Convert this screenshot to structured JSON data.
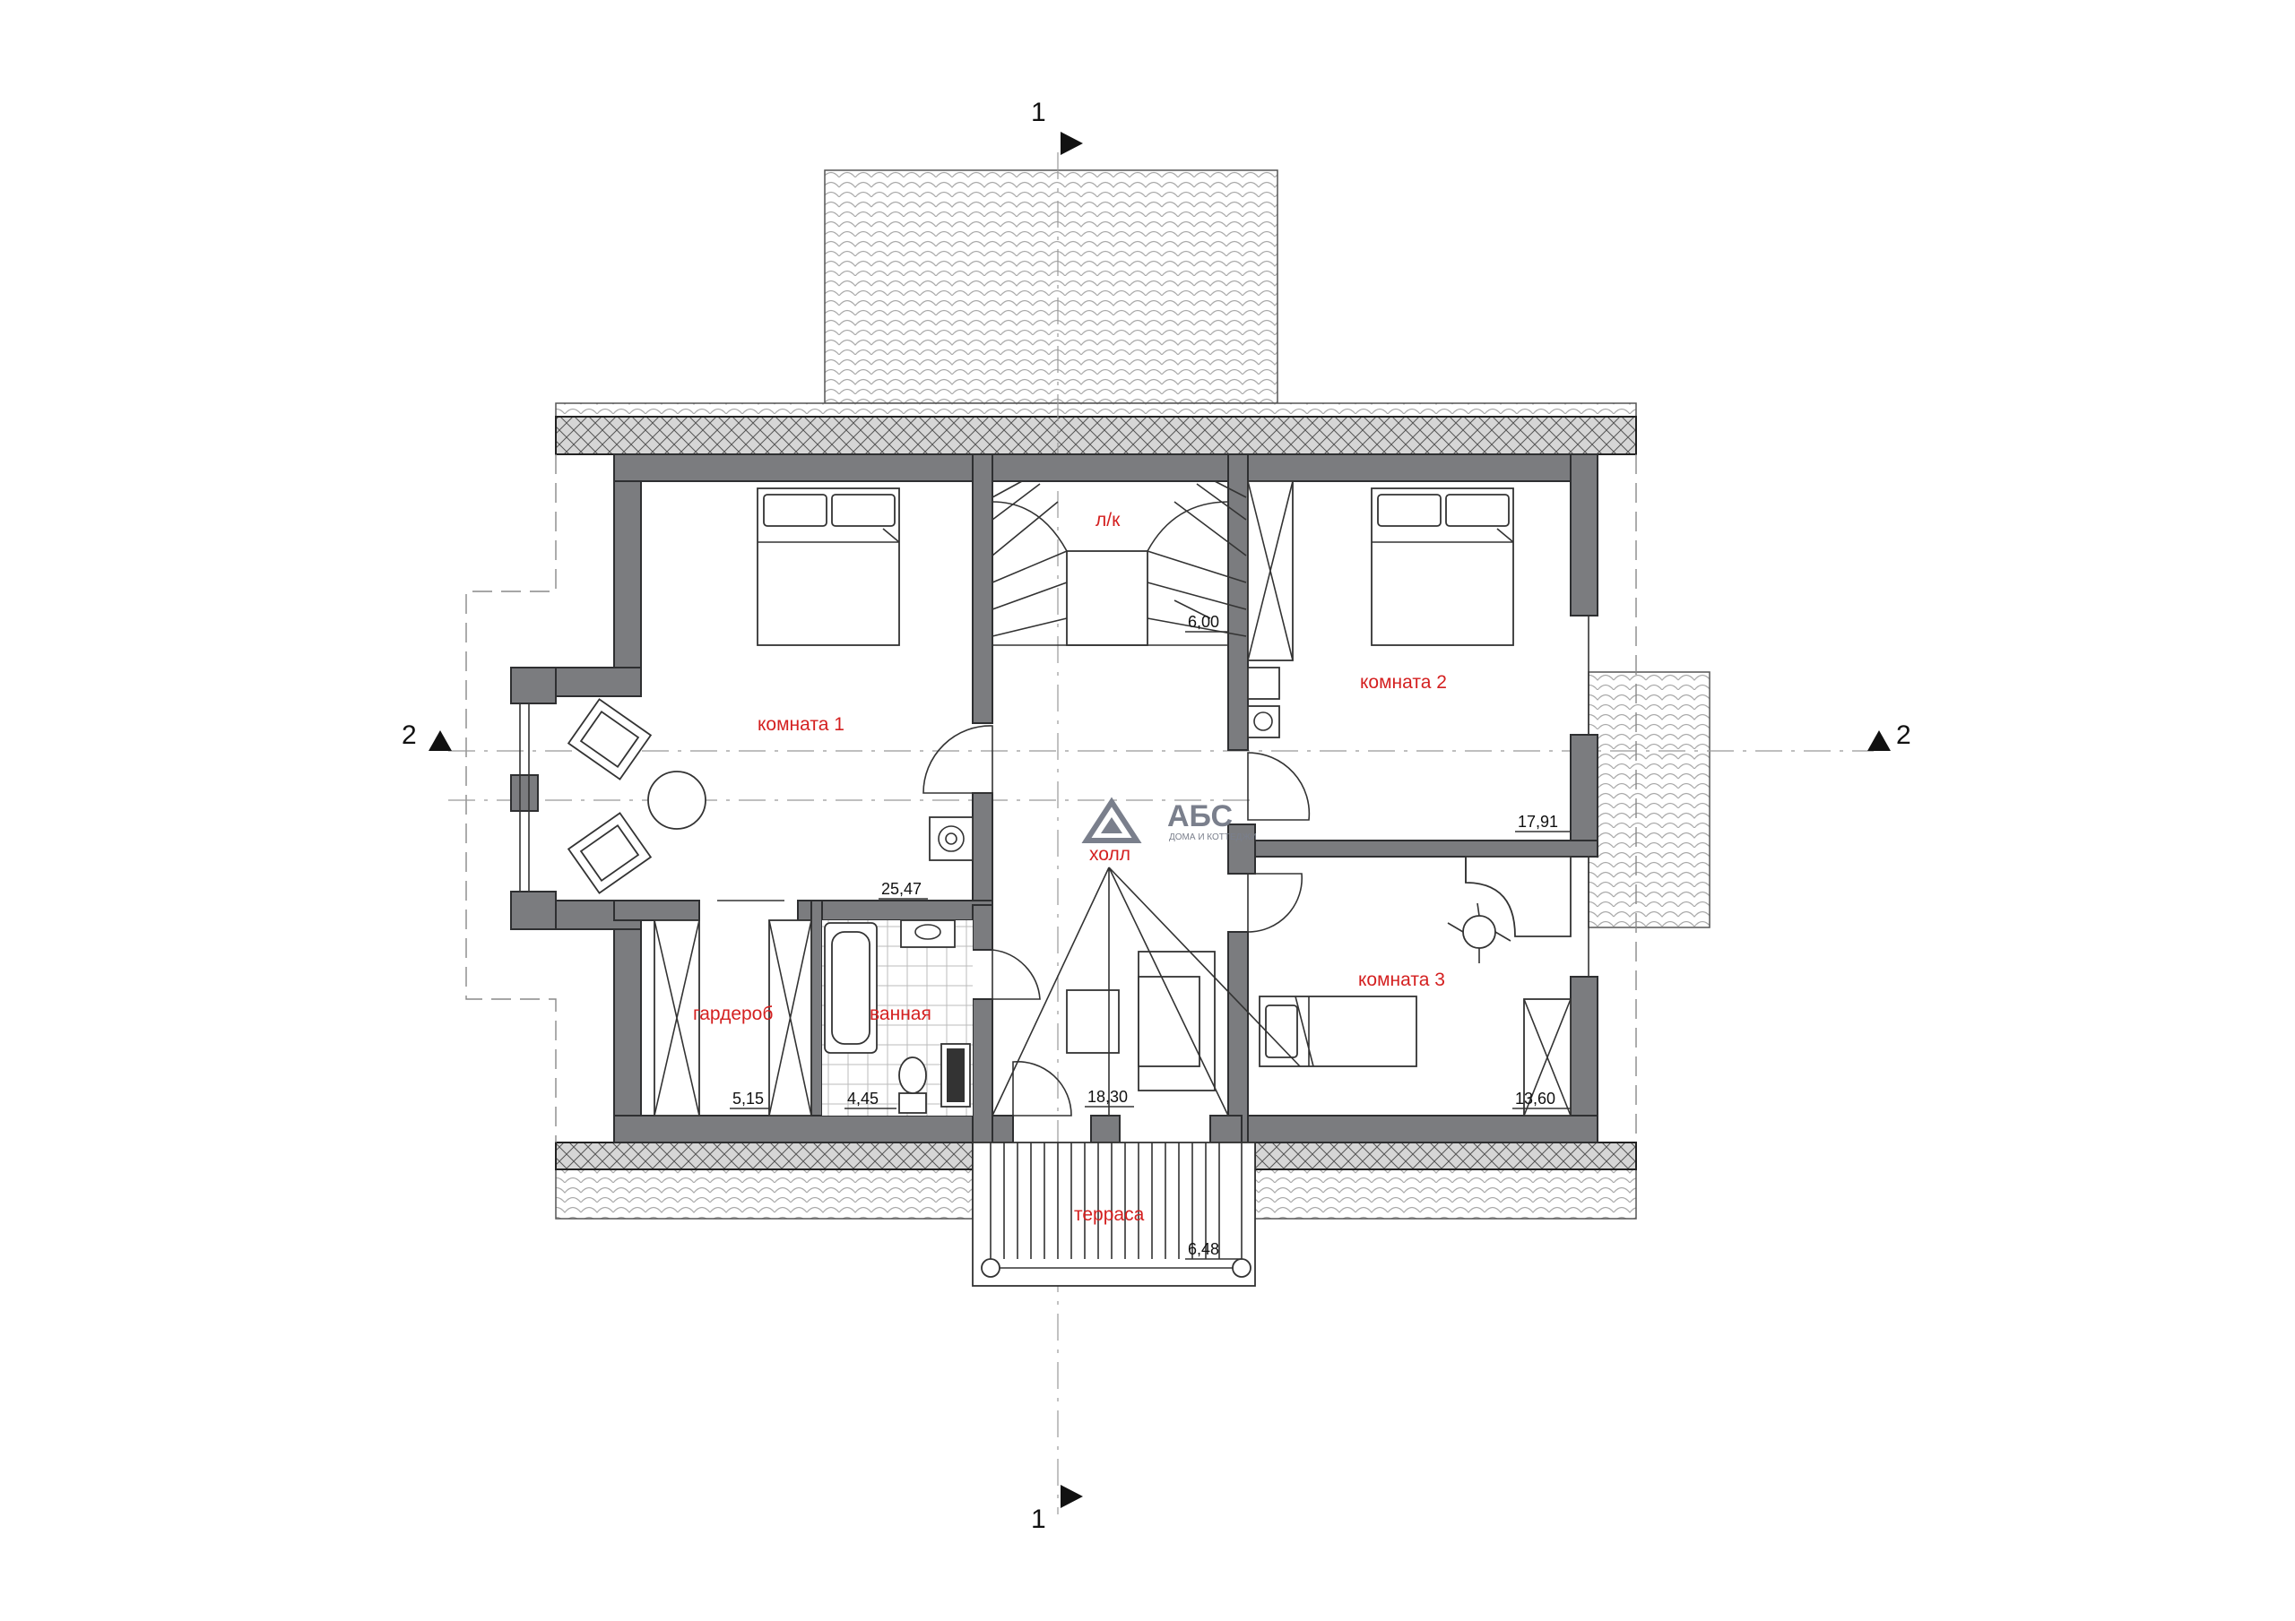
{
  "sections": {
    "vertical_label": "1",
    "horizontal_label": "2"
  },
  "rooms": {
    "room1": {
      "name": "комната 1",
      "area": "25,47"
    },
    "stairs": {
      "name": "л/к",
      "area": "6,00"
    },
    "room2": {
      "name": "комната 2",
      "area": "17,91"
    },
    "hall": {
      "name": "холл",
      "area": "18,30"
    },
    "room3": {
      "name": "комната 3",
      "area": "13,60"
    },
    "wardrobe": {
      "name": "гардероб",
      "area": "5,15"
    },
    "bathroom": {
      "name": "ванная",
      "area": "4,45"
    },
    "terrace": {
      "name": "терраса",
      "area": "6,48"
    }
  },
  "logo": {
    "name": "АБС",
    "tagline": "ДОМА И КОТТЕДЖИ"
  },
  "colors": {
    "wall": "#7b7c7f",
    "room_label": "#d42020",
    "logo": "#7a7f8c"
  }
}
